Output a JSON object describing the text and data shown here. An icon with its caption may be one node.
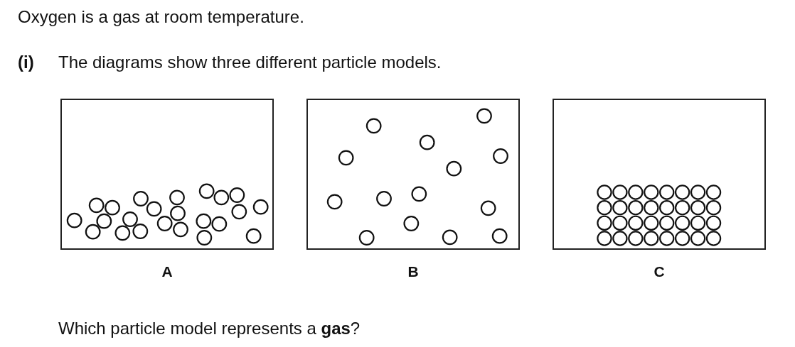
{
  "diagram": {
    "nodes": [
      {
        "text": [],
        "shape": "box",
        "beside": [
          "A"
        ]
      },
      {
        "text": [],
        "shape": "box",
        "beside": [
          "B"
        ]
      },
      {
        "text": [],
        "shape": "box",
        "beside": [
          "C"
        ]
      }
    ],
    "labels": [
      "Oxygen is a gas at room temperature.",
      "(i)",
      "The diagrams show three different particle models.",
      "Which particle model represents a **gas**?"
    ]
  }
}
